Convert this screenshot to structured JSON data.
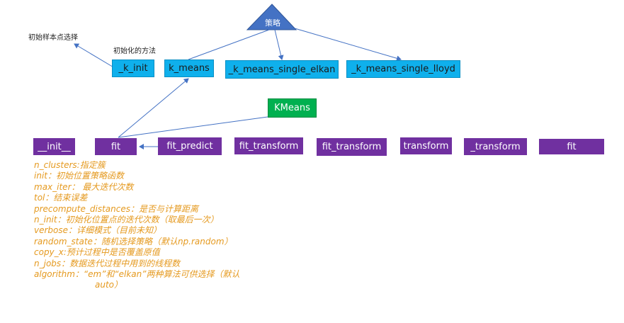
{
  "strategy": {
    "label": "策略"
  },
  "notes": {
    "init_sample": "初始样本点选择",
    "init_method": "初始化的方法"
  },
  "top_boxes": {
    "k_init": "_k_init",
    "k_means": "k_means",
    "elkan": "_k_means_single_elkan",
    "lloyd": "_k_means_single_lloyd"
  },
  "kmeans": {
    "label": "KMeans"
  },
  "methods": {
    "init": "__init__",
    "fit": "fit",
    "fit_predict": "fit_predict",
    "fit_transform_1": "fit_transform",
    "fit_transform_2": "fit_transform",
    "transform": "transform",
    "private_transform": "_transform",
    "fit_2": "fit"
  },
  "params": [
    "n_clusters:指定簇",
    "init：初始位置策略函数",
    "max_iter： 最大迭代次数",
    "tol：结束误差",
    "precompute_distances：是否与计算距离",
    "n_init：初始化位置点的迭代次数（取最后一次）",
    "verbose：详细模式（目前未知）",
    "random_state：随机选择策略（默认np.random）",
    "copy_x:预计过程中是否覆盖原值",
    "n_jobs：数据迭代过程中用到的线程数",
    "algorithm：“em”和“elkan”两种算法可供选择（默认",
    "auto）"
  ],
  "colors": {
    "cyan": "#0fb0ec",
    "purple": "#7030a0",
    "green": "#00b050",
    "triangle": "#4472c4",
    "arrow": "#4472c4",
    "param_text": "#e59a20"
  }
}
